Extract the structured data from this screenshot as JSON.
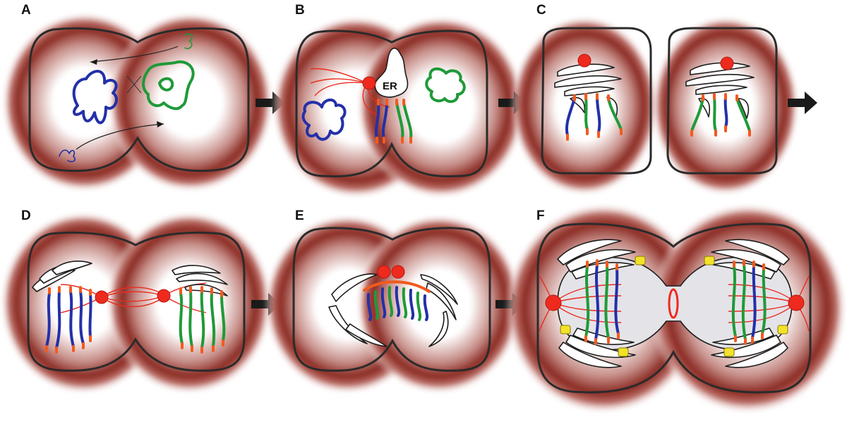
{
  "figure": {
    "panels": [
      {
        "id": "A",
        "label": "A"
      },
      {
        "id": "B",
        "label": "B",
        "annotation": "ER"
      },
      {
        "id": "C",
        "label": "C"
      },
      {
        "id": "D",
        "label": "D"
      },
      {
        "id": "E",
        "label": "E"
      },
      {
        "id": "F",
        "label": "F"
      }
    ]
  },
  "colors": {
    "paternal_chromosome": "#2330a8",
    "maternal_chromosome": "#1f9a38",
    "telomere": "#f25a1e",
    "centrosome": "#ee2a1e",
    "microtubule": "#ea2a1e",
    "cortex_halo": "#8a2a22",
    "nuclear_pore": "#f2e22a",
    "membrane": "#ffffff",
    "outline": "#2b2b2b",
    "arrow": "#1a1a1a"
  },
  "icons": [
    "stage-arrow-icon",
    "centrosome-icon",
    "nuclear-pore-icon"
  ]
}
